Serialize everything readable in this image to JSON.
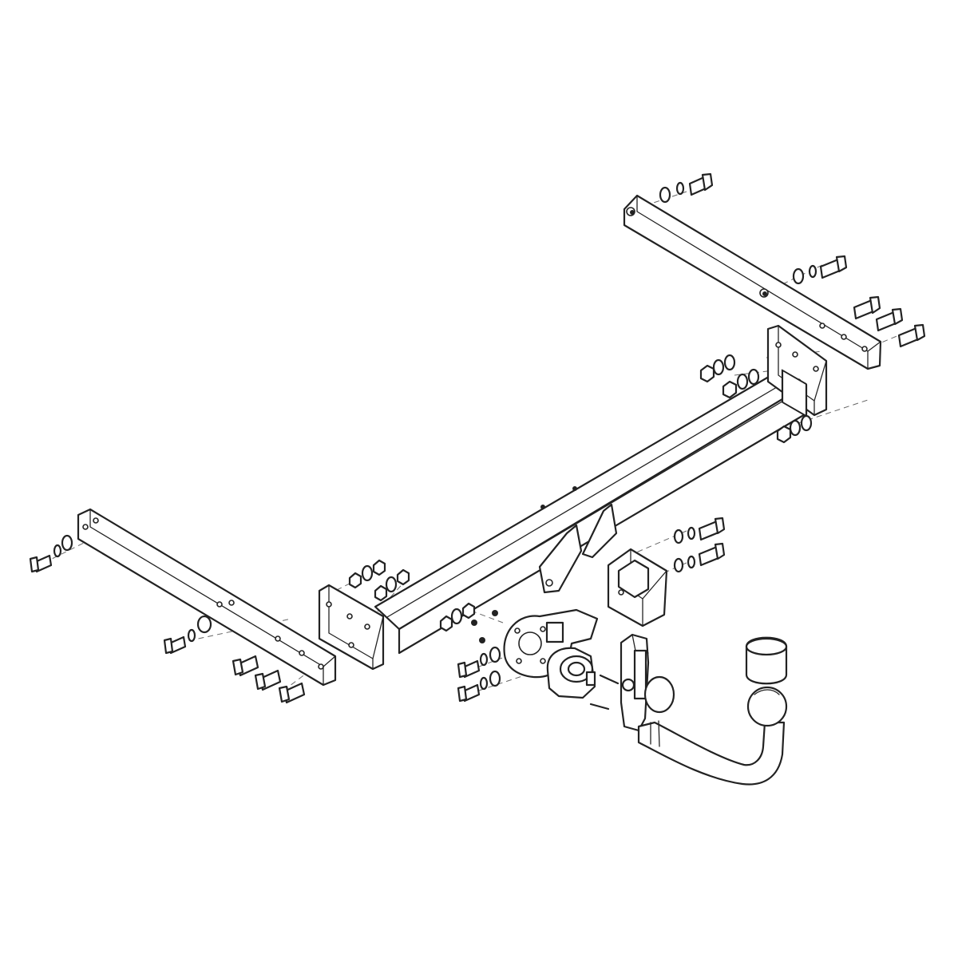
{
  "diagram": {
    "type": "exploded-assembly-drawing",
    "colors": {
      "line": "#222222",
      "background": "#ffffff",
      "dash": "#666666"
    },
    "components": [
      "left-side-bracket",
      "right-side-bracket",
      "cross-beam",
      "left-end-plate",
      "right-end-plate",
      "socket-mounting-plate",
      "electrical-socket",
      "tow-ball-receiver",
      "tow-ball-neck",
      "tow-ball",
      "tow-ball-cap",
      "bolts-washers-nuts"
    ]
  }
}
